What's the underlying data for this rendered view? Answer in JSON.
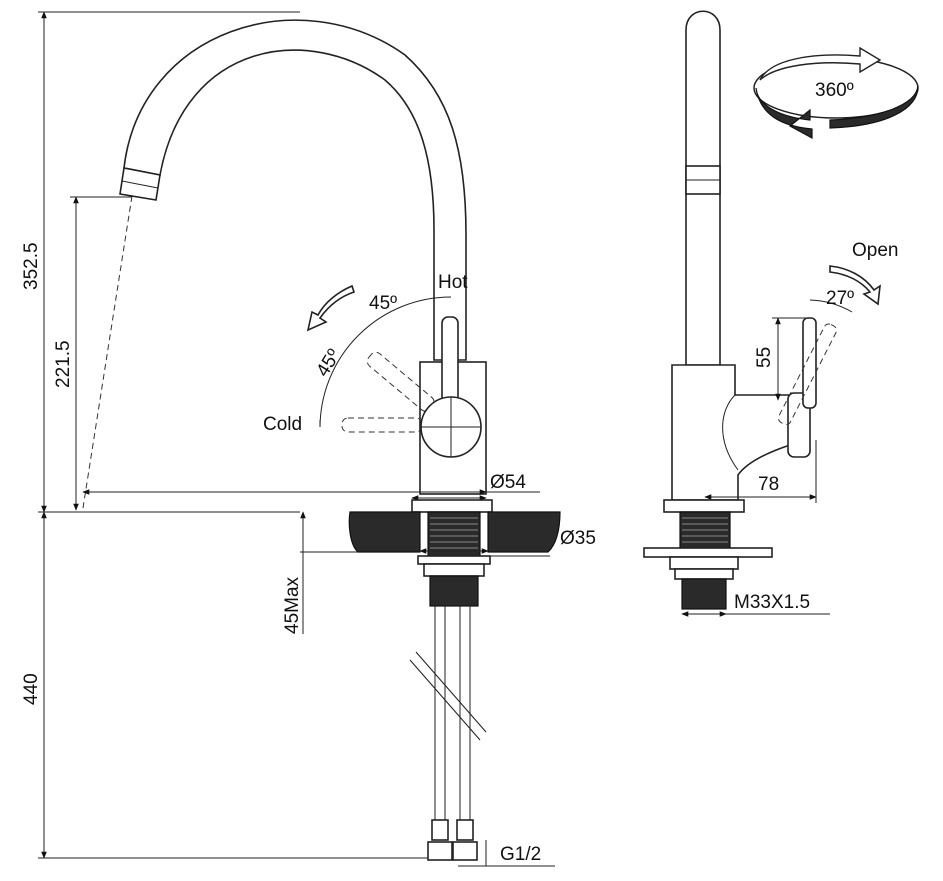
{
  "labels": {
    "height_total": "352.5",
    "height_spout": "221.5",
    "height_below": "440",
    "max_thickness": "45Max",
    "hot": "Hot",
    "cold": "Cold",
    "angle_hot": "45º",
    "angle_cold": "45º",
    "base_dia": "Ø54",
    "hole_dia": "Ø35",
    "hose_thread": "G1/2",
    "rotation": "360º",
    "open": "Open",
    "lever_angle": "27º",
    "lever_height": "55",
    "lever_depth": "78",
    "shank_thread": "M33X1.5"
  }
}
